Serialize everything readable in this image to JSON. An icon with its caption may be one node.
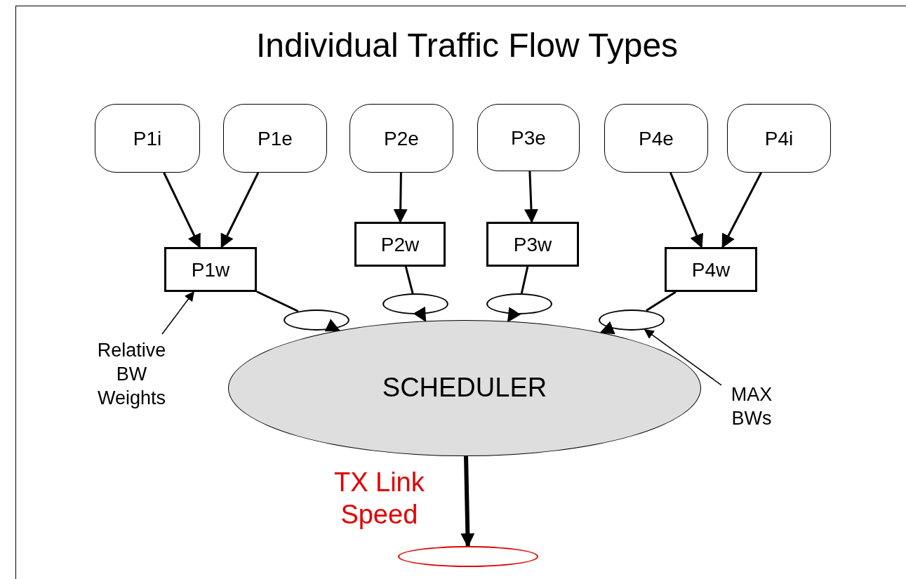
{
  "diagram": {
    "title": "Individual Traffic Flow Types",
    "nodes": [
      {
        "text": [
          "P1i"
        ]
      },
      {
        "text": [
          "P1e"
        ]
      },
      {
        "text": [
          "P2e"
        ]
      },
      {
        "text": [
          "P3e"
        ]
      },
      {
        "text": [
          "P4e"
        ]
      },
      {
        "text": [
          "P4i"
        ]
      },
      {
        "text": [
          "P1w"
        ]
      },
      {
        "text": [
          "P2w"
        ]
      },
      {
        "text": [
          "P3w"
        ]
      },
      {
        "text": [
          "P4w"
        ]
      },
      {
        "text": [],
        "shape": "ellipse"
      },
      {
        "text": [],
        "shape": "ellipse"
      },
      {
        "text": [],
        "shape": "ellipse"
      },
      {
        "text": [],
        "shape": "ellipse"
      },
      {
        "text": [
          "SCHEDULER"
        ]
      },
      {
        "text": [
          "Relative BW Weights"
        ]
      },
      {
        "text": [
          "MAX BWs"
        ]
      },
      {
        "text": [],
        "shape": "ellipse"
      }
    ],
    "edges": [
      {
        "from": 0,
        "to": 6,
        "arrow": "to"
      },
      {
        "from": 1,
        "to": 6,
        "arrow": "to"
      },
      {
        "from": 2,
        "to": 7,
        "arrow": "to"
      },
      {
        "from": 3,
        "to": 8,
        "arrow": "to"
      },
      {
        "from": 4,
        "to": 9,
        "arrow": "to"
      },
      {
        "from": 5,
        "to": 9,
        "arrow": "to"
      },
      {
        "from": 6,
        "to": 10,
        "arrow": "none"
      },
      {
        "from": 10,
        "to": 14,
        "arrow": "to"
      },
      {
        "from": 7,
        "to": 11,
        "arrow": "none"
      },
      {
        "from": 11,
        "to": 14,
        "arrow": "to"
      },
      {
        "from": 8,
        "to": 12,
        "arrow": "none"
      },
      {
        "from": 12,
        "to": 14,
        "arrow": "to"
      },
      {
        "from": 9,
        "to": 13,
        "arrow": "none"
      },
      {
        "from": 13,
        "to": 14,
        "arrow": "to"
      },
      {
        "from": 15,
        "to": 6,
        "arrow": "to"
      },
      {
        "from": 16,
        "to": 13,
        "arrow": "to"
      },
      {
        "from": 14,
        "to": 17,
        "arrow": "to",
        "style": "thick",
        "label": "TX Link Speed"
      }
    ]
  }
}
